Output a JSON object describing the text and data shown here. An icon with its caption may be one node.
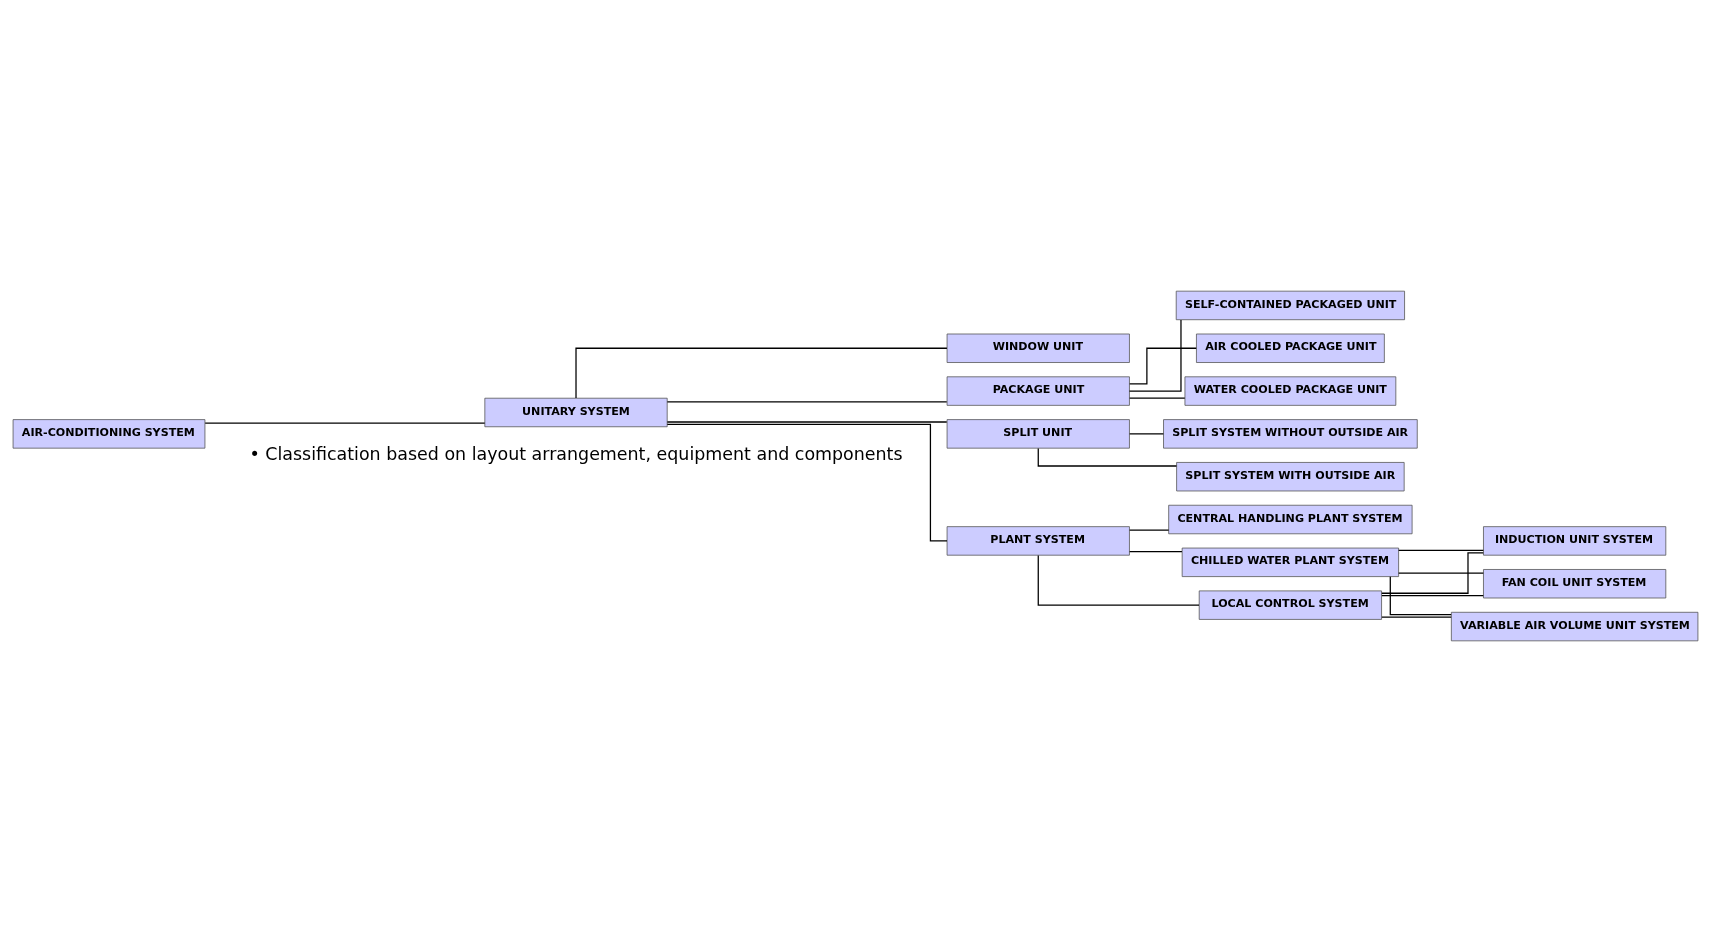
{
  "diagram": {
    "nodes": [
      {
        "text": [
          "AIR-CONDITIONING SYSTEM"
        ]
      },
      {
        "text": [
          "UNITARY SYSTEM"
        ]
      },
      {
        "text": [
          "WINDOW UNIT"
        ]
      },
      {
        "text": [
          "PACKAGE UNIT"
        ]
      },
      {
        "text": [
          "SPLIT UNIT"
        ]
      },
      {
        "text": [
          "SELF-CONTAINED PACKAGED UNIT"
        ]
      },
      {
        "text": [
          "AIR COOLED PACKAGE UNIT"
        ]
      },
      {
        "text": [
          "WATER COOLED PACKAGE UNIT"
        ]
      },
      {
        "text": [
          "SPLIT SYSTEM WITHOUT OUTSIDE AIR"
        ]
      },
      {
        "text": [
          "SPLIT SYSTEM WITH OUTSIDE AIR"
        ]
      },
      {
        "text": [
          "PLANT SYSTEM"
        ]
      },
      {
        "text": [
          "CENTRAL HANDLING PLANT SYSTEM"
        ]
      },
      {
        "text": [
          "CHILLED WATER PLANT SYSTEM"
        ]
      },
      {
        "text": [
          "LOCAL CONTROL SYSTEM"
        ]
      },
      {
        "text": [
          "INDUCTION UNIT SYSTEM"
        ]
      },
      {
        "text": [
          "FAN COIL UNIT SYSTEM"
        ]
      },
      {
        "text": [
          "VARIABLE AIR VOLUME UNIT SYSTEM"
        ]
      }
    ],
    "edges": [
      {
        "from": 0,
        "to": 1,
        "arrow": "none"
      },
      {
        "from": 1,
        "to": 10,
        "arrow": "none"
      },
      {
        "from": 10,
        "to": 13,
        "arrow": "none"
      },
      {
        "from": 1,
        "to": 2,
        "arrow": "none"
      },
      {
        "from": 1,
        "to": 3,
        "arrow": "none"
      },
      {
        "from": 1,
        "to": 4,
        "arrow": "none"
      },
      {
        "from": 3,
        "to": 5,
        "arrow": "none"
      },
      {
        "from": 3,
        "to": 6,
        "arrow": "none"
      },
      {
        "from": 3,
        "to": 7,
        "arrow": "none"
      },
      {
        "from": 4,
        "to": 8,
        "arrow": "none"
      },
      {
        "from": 4,
        "to": 9,
        "arrow": "none"
      },
      {
        "from": 10,
        "to": 11,
        "arrow": "none"
      },
      {
        "from": 10,
        "to": 12,
        "arrow": "none"
      },
      {
        "from": 13,
        "to": 14,
        "arrow": "none"
      },
      {
        "from": 13,
        "to": 15,
        "arrow": "none"
      },
      {
        "from": 13,
        "to": 16,
        "arrow": "none"
      },
      {
        "from": 12,
        "to": 14,
        "arrow": "none"
      },
      {
        "from": 12,
        "to": 15,
        "arrow": "none"
      },
      {
        "from": 12,
        "to": 16,
        "arrow": "none"
      }
    ],
    "labels": [
      "• Classification based on layout arrangement, equipment and components"
    ]
  }
}
